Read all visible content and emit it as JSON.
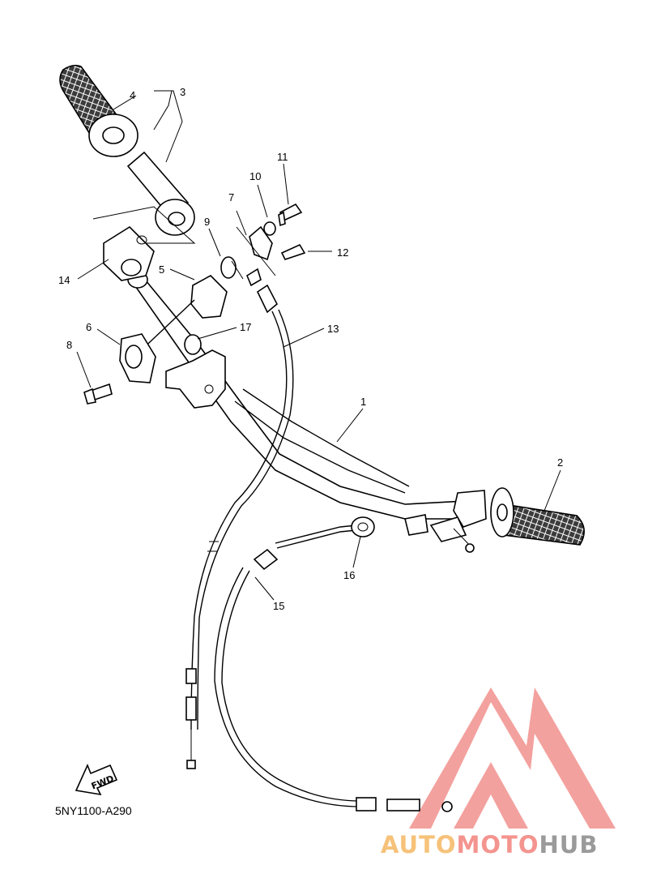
{
  "diagram": {
    "callouts": [
      "1",
      "2",
      "3",
      "4",
      "5",
      "6",
      "7",
      "8",
      "9",
      "10",
      "11",
      "12",
      "13",
      "14",
      "15",
      "16",
      "17"
    ],
    "fwd_label": "FWD",
    "figure_code": "5NY1100-A290"
  },
  "watermark": {
    "brand_part1": "AUTO",
    "brand_part2": "MOTO",
    "brand_part3": "HUB",
    "color_auto": "#f6c27a",
    "color_moto": "#f4948f",
    "color_hub": "#9a9a9a",
    "logo_color": "#f08a86"
  }
}
